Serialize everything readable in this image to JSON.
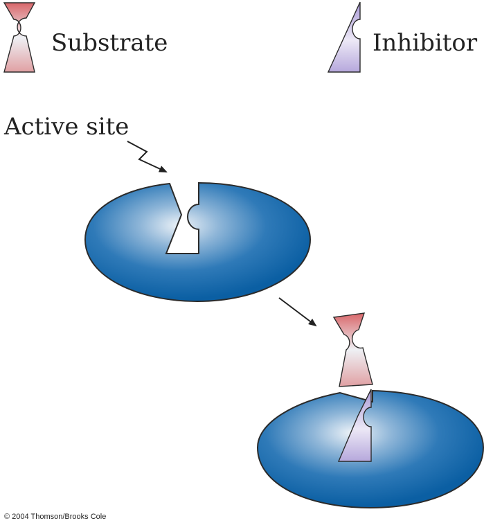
{
  "legend": {
    "substrate_label": "Substrate",
    "inhibitor_label": "Inhibitor"
  },
  "annotations": {
    "active_site_label": "Active site"
  },
  "credit": {
    "text": "© 2004 Thomson/Brooks Cole"
  },
  "colors": {
    "enzyme_dark": "#0b5fa3",
    "enzyme_highlight": "#e8eff6",
    "substrate_top": "#d9676a",
    "substrate_bottom": "#e3a4a6",
    "inhibitor": "#b3a4d8",
    "outline": "#2b2b2b"
  }
}
